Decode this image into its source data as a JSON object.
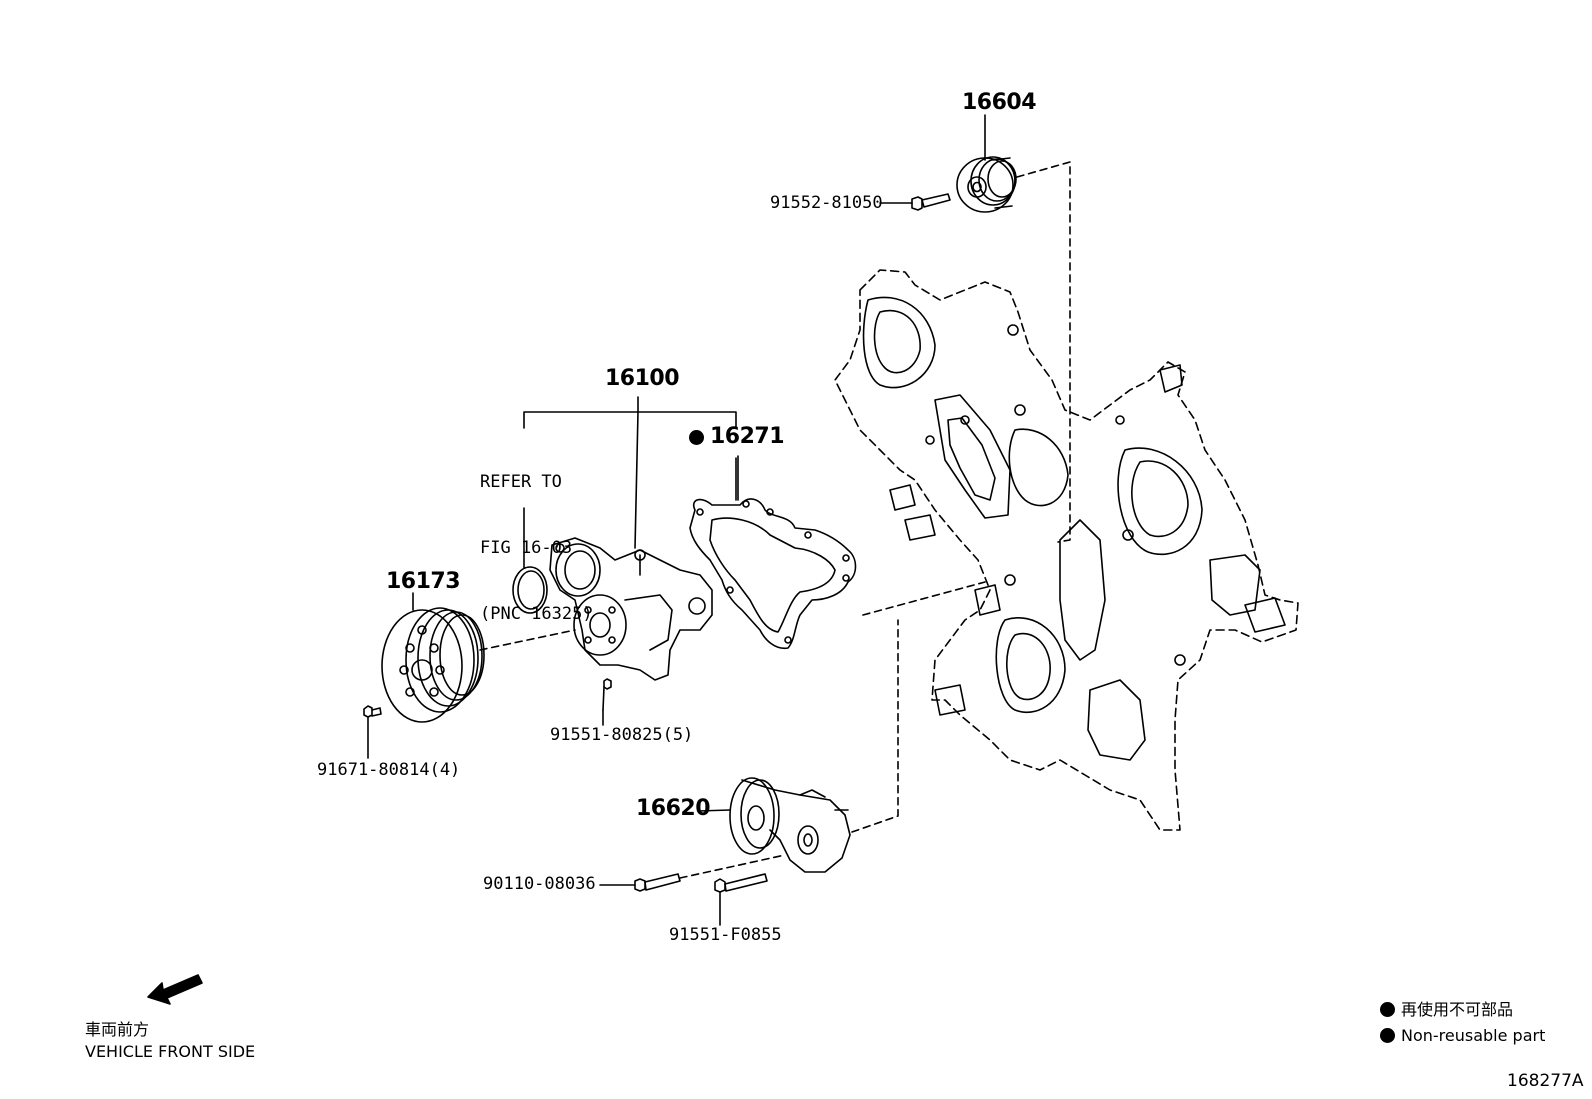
{
  "diagram": {
    "callouts": {
      "pnc_16604": "16604",
      "pnc_16100": "16100",
      "pnc_16271": "16271",
      "pnc_16173": "16173",
      "pnc_16620": "16620",
      "part_idler_bolt": "91552-81050",
      "part_pump_bolt": "91551-80825(5)",
      "part_pulley_bolt": "91671-80814(4)",
      "part_tensioner_bolt_a": "90110-08036",
      "part_tensioner_bolt_b": "91551-F0855"
    },
    "refer_note": {
      "line1": "REFER TO",
      "line2": "FIG 16-03",
      "line3": "(PNC 16325)"
    },
    "orientation": {
      "label_jp": "車両前方",
      "label_en": "VEHICLE FRONT SIDE"
    },
    "legend": {
      "non_reusable_jp": "再使用不可部品",
      "non_reusable_en": "Non-reusable part"
    },
    "figure_id": "168277A",
    "colors": {
      "ink": "#000000",
      "paper": "#ffffff"
    }
  }
}
